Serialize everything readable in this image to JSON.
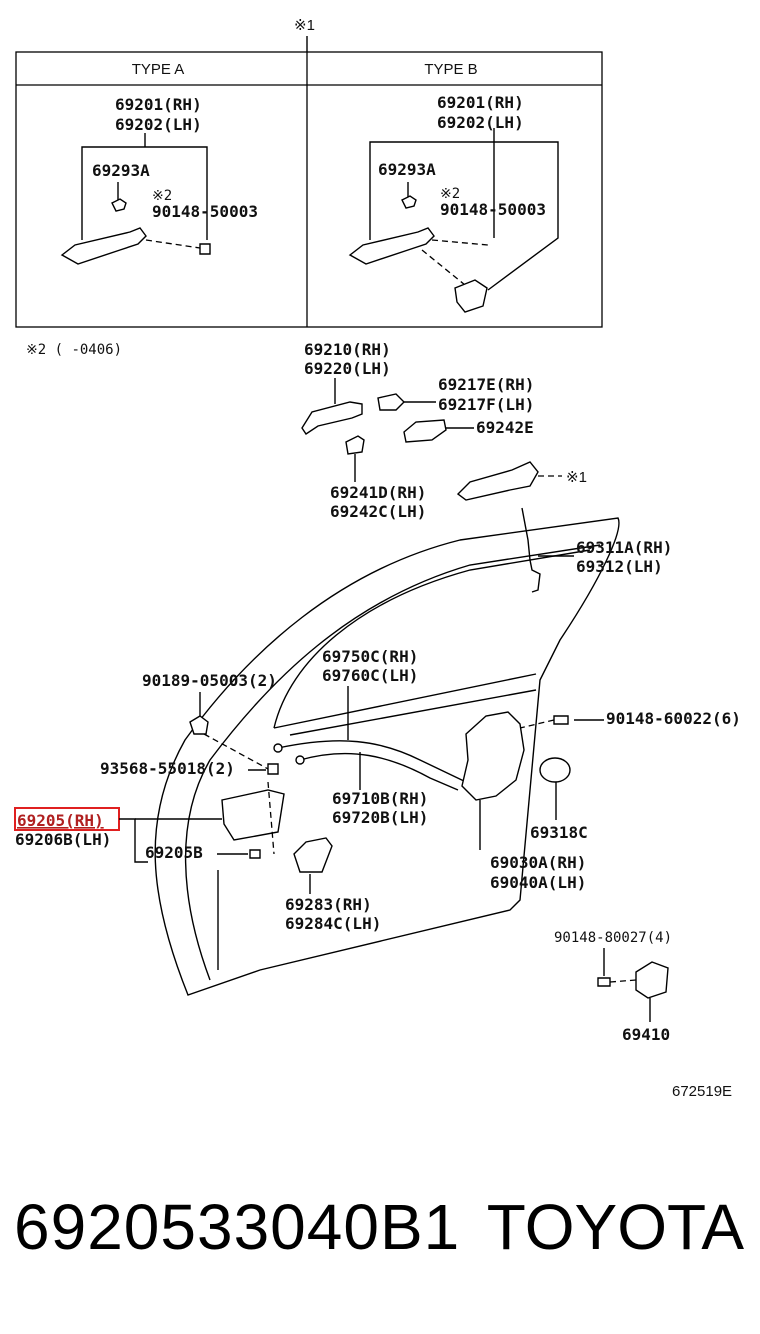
{
  "header": {
    "note_mark": "※1",
    "type_a": "TYPE A",
    "type_b": "TYPE B",
    "footnote": "※2 (      -0406)"
  },
  "type_a": {
    "handle_rh": "69201(RH)",
    "handle_lh": "69202(LH)",
    "part_cyl": "69293A",
    "note2": "※2",
    "screw": "90148-50003"
  },
  "type_b": {
    "handle_rh": "69201(RH)",
    "handle_lh": "69202(LH)",
    "part_cyl": "69293A",
    "note2": "※2",
    "screw": "90148-50003"
  },
  "labels": {
    "p69210": "69210(RH)",
    "p69220": "69220(LH)",
    "p69217e": "69217E(RH)",
    "p69217f": "69217F(LH)",
    "p69242e": "69242E",
    "p69241d": "69241D(RH)",
    "p69242c": "69242C(LH)",
    "ref1": "※1",
    "p69311a": "69311A(RH)",
    "p69312": "69312(LH)",
    "p90189": "90189-05003(2)",
    "p69750c": "69750C(RH)",
    "p69760c": "69760C(LH)",
    "p90148_60022": "90148-60022(6)",
    "p93568": "93568-55018(2)",
    "p69205": "69205(RH)",
    "p69206b": "69206B(LH)",
    "p69205b": "69205B",
    "p69710b": "69710B(RH)",
    "p69720b": "69720B(LH)",
    "p69318c": "69318C",
    "p69030a": "69030A(RH)",
    "p69040a": "69040A(LH)",
    "p69283": "69283(RH)",
    "p69284c": "69284C(LH)",
    "p90148_80027": "90148-80027(4)",
    "p69410": "69410",
    "code": "672519E"
  },
  "highlight_color": "#e02020",
  "footer": {
    "part_number": "6920533040B1",
    "brand": "TOYOTA"
  }
}
